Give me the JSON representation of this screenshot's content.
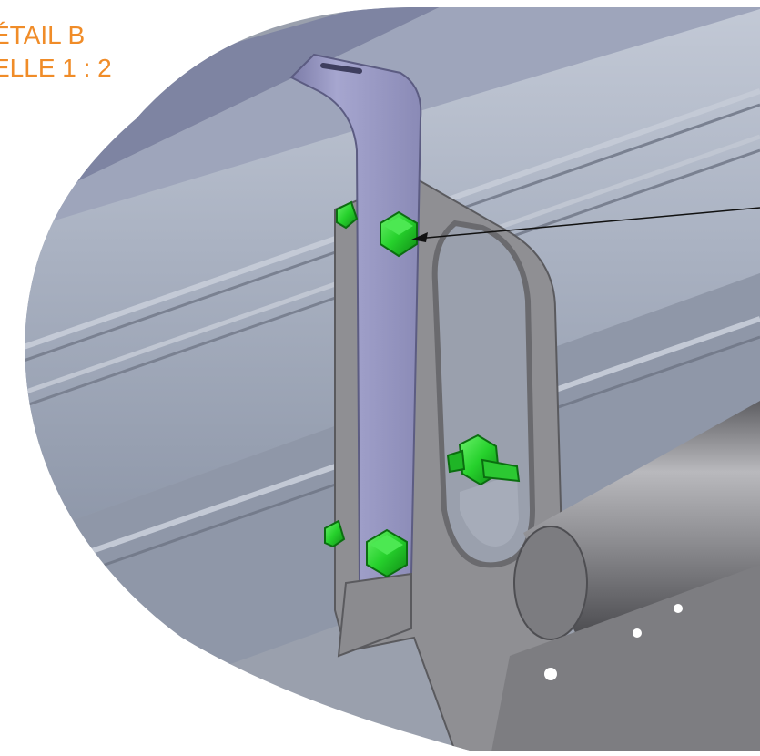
{
  "detail": {
    "title": "ÉTAIL B",
    "scale": "ELLE 1 : 2"
  },
  "colors": {
    "label": "#f08c28",
    "fastener": "#22d42a",
    "bracket": "#9c9cc4",
    "plate": "#8e8e92",
    "rail": "#a9b0c0",
    "leader": "#111111"
  },
  "components": {
    "fasteners": "green-hex-bolts",
    "bracket": "purple-bent-strap",
    "plate": "grey-plate-with-slot",
    "rail": "steel-rail-section",
    "shaft": "round-tube"
  }
}
